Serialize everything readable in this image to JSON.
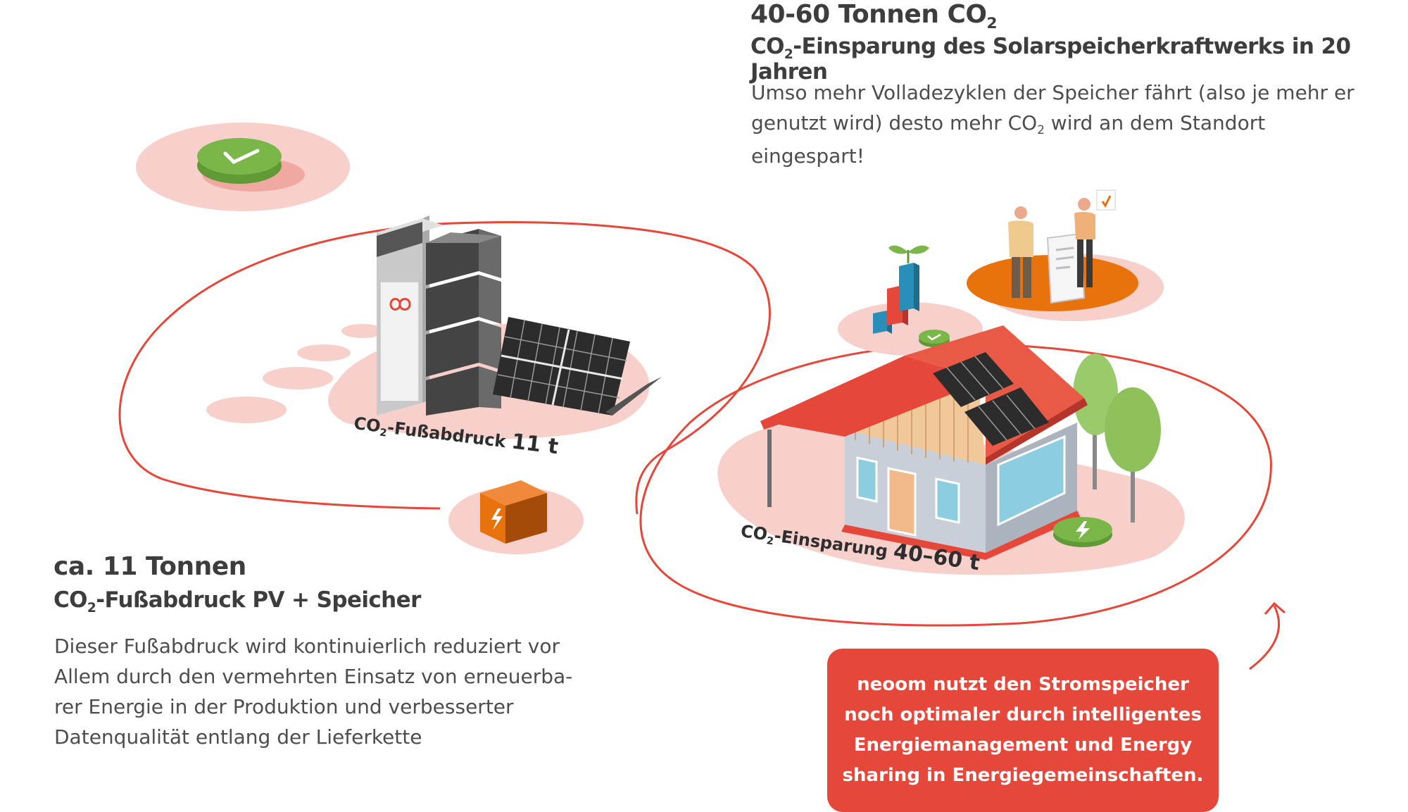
{
  "top": {
    "title_prefix": "40-60 Tonnen CO",
    "title_sub": "2",
    "subtitle_prefix": "CO",
    "subtitle_sub": "2",
    "subtitle_suffix": "-Einsparung des Solarspeicherkraftwerks in 20 Jahren",
    "body_line1": "Umso mehr Volladezyklen der Speicher fährt (also je mehr er",
    "body_line2_a": "genutzt wird) desto mehr CO",
    "body_line2_sub": "2",
    "body_line2_b": " wird an dem Standort eingespart!"
  },
  "left": {
    "title": "ca. 11 Tonnen",
    "subtitle_prefix": "CO",
    "subtitle_sub": "2",
    "subtitle_suffix": "-Fußabdruck PV + Speicher",
    "body_lines": [
      "Dieser Fußabdruck wird kontinuierlich reduziert vor",
      "Allem durch den vermehrten Einsatz von erneuerba-",
      "rer Energie in der Produktion und verbesserter",
      "Datenqualität entlang der Lieferkette"
    ]
  },
  "labels": {
    "footprint_prefix": "CO",
    "footprint_sub": "2",
    "footprint_suffix": "-Fußabdruck",
    "footprint_value": "11 t",
    "savings_prefix": "CO",
    "savings_sub": "2",
    "savings_suffix": "-Einsparung",
    "savings_value": "40–60 t"
  },
  "callout": {
    "lines": [
      "neoom nutzt den Stromspeicher",
      "noch optimaler durch intelligentes",
      "Energiemanagement und Energy",
      "sharing in Energiegemeinschaften."
    ]
  },
  "colors": {
    "accent_red": "#e5473a",
    "pink_blob": "#f7d0cb",
    "green": "#7ab648",
    "orange": "#e8720c",
    "dark_text": "#3d3d3d"
  }
}
